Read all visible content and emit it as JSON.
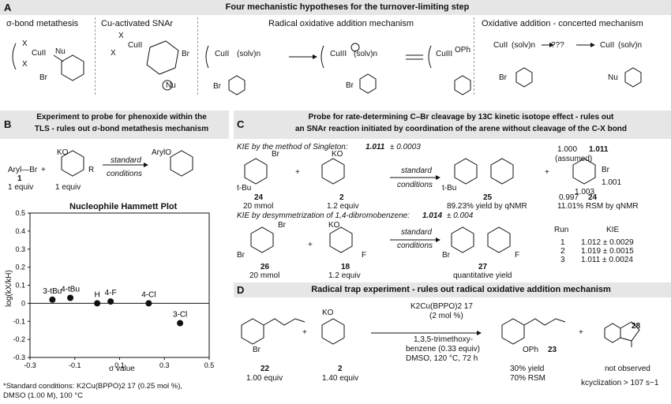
{
  "panelA": {
    "letter": "A",
    "title": "Four mechanistic hypotheses for the turnover-limiting step",
    "h1": "σ-bond metathesis",
    "h2": "Cu-activated SNAr",
    "h3": "Radical oxidative addition mechanism",
    "h4": "Oxidative addition - concerted mechanism",
    "labels": {
      "cu2": "CuII",
      "cu3": "CuIII",
      "nu": "Nu",
      "br": "Br",
      "x": "X",
      "solv": "(solv)n",
      "oph": "OPh",
      "qqq": "???"
    }
  },
  "panelB": {
    "letter": "B",
    "title1": "Experiment to probe for phenoxide within the",
    "title2": "TLS - rules out σ-bond metathesis mechanism",
    "reactant1": "Aryl—Br",
    "plus": "+",
    "ko": "KO",
    "r": "R",
    "n1": "1",
    "n1eq": "1 equiv",
    "n2eq": "1 equiv",
    "arrow_top": "standard",
    "arrow_bot": "conditions",
    "product": "ArylO",
    "footnote1": "*Standard conditions: K2Cu(BPPO)2 17 (0.25 mol %),",
    "footnote2": "DMSO (1.00 M), 100 °C"
  },
  "hammett": {
    "chart_data": {
      "type": "scatter",
      "title": "Nucleophile Hammett Plot",
      "xlabel": "σ value",
      "ylabel": "log(kX/kH)",
      "xlim": [
        -0.3,
        0.5
      ],
      "ylim": [
        -0.3,
        0.5
      ],
      "xticks": [
        "-0.3",
        "-0.1",
        "0.1",
        "0.3",
        "0.5"
      ],
      "yticks": [
        "0.5",
        "0.4",
        "0.3",
        "0.2",
        "0.1",
        "0",
        "-0.1",
        "-0.2",
        "-0.3"
      ],
      "points": [
        {
          "label": "3-tBu",
          "x": -0.2,
          "y": 0.02
        },
        {
          "label": "4-tBu",
          "x": -0.12,
          "y": 0.03
        },
        {
          "label": "H",
          "x": 0.0,
          "y": 0.0
        },
        {
          "label": "4-F",
          "x": 0.06,
          "y": 0.01
        },
        {
          "label": "4-Cl",
          "x": 0.23,
          "y": 0.0
        },
        {
          "label": "3-Cl",
          "x": 0.37,
          "y": -0.11
        }
      ]
    }
  },
  "panelC": {
    "letter": "C",
    "title1": "Probe for rate-determining C–Br cleavage by 13C kinetic isotope effect - rules out",
    "title2": "an SNAr reaction initiated by coordination of the arene without cleavage of the C-X bond",
    "kie1_label": "KIE by the method of Singleton:",
    "kie1_value": "1.011",
    "kie1_err": "± 0.0003",
    "r24": "24",
    "r24amt": "20 mmol",
    "r2": "2",
    "r2amt": "1.2 equiv",
    "p25": "25",
    "p25yield": "89.23% yield by qNMR",
    "tbu": "t-Bu",
    "br": "Br",
    "ko": "KO",
    "f": "F",
    "arrow_top": "standard",
    "arrow_bot": "conditions",
    "iso_assumed1": "1.000",
    "iso_assumed2": "(assumed)",
    "iso_top": "1.011",
    "iso_right": "1.001",
    "iso_bot": "1.003",
    "iso_left": "0.997",
    "iso_24": "24",
    "rsm": "11.01% RSM by qNMR",
    "kie2_label": "KIE by desymmetrization of 1,4-dibromobenzene:",
    "kie2_value": "1.014",
    "kie2_err": "± 0.004",
    "r26": "26",
    "r26amt": "20 mmol",
    "r18": "18",
    "r18amt": "1.2 equiv",
    "p27": "27",
    "p27yield": "quantitative yield",
    "run_h": "Run",
    "kie_h": "KIE",
    "runs": [
      {
        "run": "1",
        "kie": "1.012 ± 0.0029"
      },
      {
        "run": "2",
        "kie": "1.019 ± 0.0015"
      },
      {
        "run": "3",
        "kie": "1.011 ± 0.0024"
      }
    ]
  },
  "panelD": {
    "letter": "D",
    "title": "Radical trap experiment - rules out radical oxidative addition mechanism",
    "r22": "22",
    "r22amt": "1.00 equiv",
    "r2": "2",
    "r2amt": "1.40 equiv",
    "br": "Br",
    "ko": "KO",
    "cond1": "K2Cu(BPPO)2 17",
    "cond2": "(2 mol %)",
    "cond3": "1,3,5-trimethoxy-",
    "cond4": "benzene (0.33 equiv)",
    "cond5": "DMSO, 120 °C, 72 h",
    "oph": "OPh",
    "p23": "23",
    "p23yield": "30% yield",
    "p23rsm": "70% RSM",
    "p28": "28",
    "notobs": "not observed",
    "kcyc": "kcyclization > 107 s−1"
  }
}
